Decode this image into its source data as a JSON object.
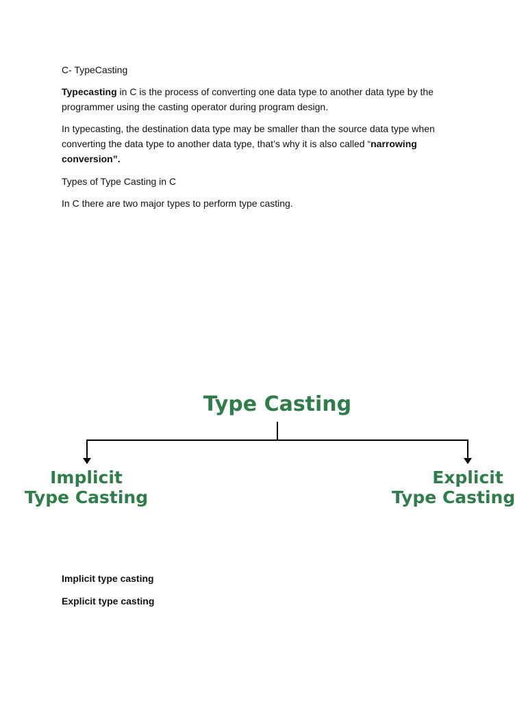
{
  "document": {
    "heading": "C- TypeCasting",
    "para1": {
      "bold_lead": "Typecasting",
      "rest": " in C is the process of converting one data type to another data type by the programmer using the casting operator during program design."
    },
    "para2": {
      "text": "In typecasting, the destination data type may be smaller than the source data type when converting the data type to another data type, that’s why it is also called “",
      "bold_tail": "narrowing conversion”."
    },
    "subheading": "Types of Type Casting in C",
    "para3": "In C there are two major types to perform type casting.",
    "list": {
      "item1": "Implicit type casting",
      "item2": "Explicit type casting"
    }
  },
  "diagram": {
    "root": "Type Casting",
    "left_line1": "Implicit",
    "left_line2": "Type Casting",
    "right_line1": "Explicit",
    "right_line2": "Type Casting",
    "text_color": "#2e7d4a",
    "line_color": "#000000"
  }
}
